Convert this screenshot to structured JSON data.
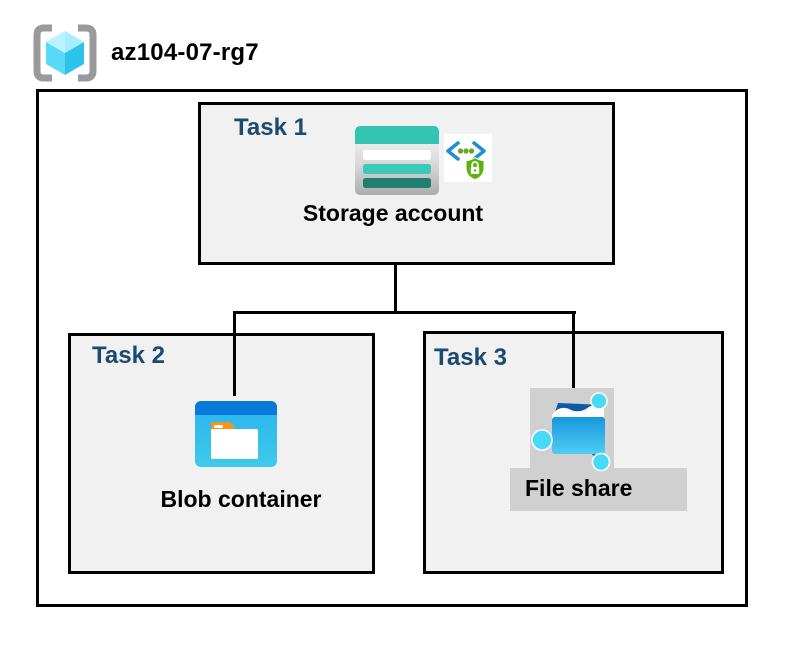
{
  "resource_group": {
    "name": "az104-07-rg7"
  },
  "tasks": [
    {
      "label": "Task 1",
      "resource": "Storage account"
    },
    {
      "label": "Task 2",
      "resource": "Blob container"
    },
    {
      "label": "Task 3",
      "resource": "File share"
    }
  ],
  "icons": {
    "resource_group": "azure-resource-group (gray brackets with cyan cube)",
    "storage_account": "azure-storage-account (teal bars card)",
    "secure_access": "code-brackets-with-green-shield-lock",
    "blob_container": "azure-blob-container (blue window with white folder)",
    "file_share": "azure-file-share (blue folder with network nodes)"
  },
  "colors": {
    "task_label": "#1B4A70",
    "box_fill": "#F1F1F1",
    "border": "#000000",
    "storage_teal": "#35C4B2",
    "storage_teal_dark": "#20806F",
    "blob_blue": "#0A79D8",
    "blob_body": "#2CB4EF",
    "folder_tab_orange": "#F79420",
    "fileshare_node_cyan": "#47D9F8",
    "shield_green": "#5CB20E",
    "code_bracket_blue": "#1E8FD5",
    "gray_backdrop": "#D0D0D0"
  }
}
